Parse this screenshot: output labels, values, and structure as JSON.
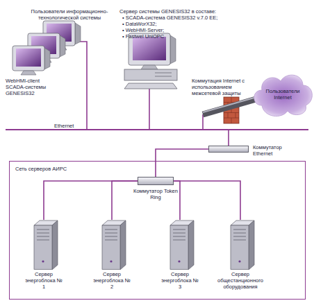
{
  "diagram": {
    "nodes": [
      {
        "text": [
          "Пользователи Internet"
        ]
      },
      {
        "text": [
          "Коммутатор Ethernet"
        ]
      },
      {
        "text": [
          "Сеть серверов АИРС"
        ]
      },
      {
        "text": [
          "Коммутатор Token Ring"
        ],
        "in": 2
      },
      {
        "text": [
          "Сервер энергоблока № 1"
        ],
        "in": 2
      },
      {
        "text": [
          "Сервер энергоблока № 2"
        ],
        "in": 2
      },
      {
        "text": [
          "Сервер энергоблока № 3"
        ],
        "in": 2
      },
      {
        "text": [
          "Сервер общестанционного оборудования"
        ],
        "in": 2
      }
    ],
    "edges": [
      {
        "from": 1,
        "to": 3,
        "arrow": "none"
      },
      {
        "from": 3,
        "to": 4,
        "arrow": "none"
      },
      {
        "from": 3,
        "to": 5,
        "arrow": "none"
      },
      {
        "from": 3,
        "to": 6,
        "arrow": "none"
      },
      {
        "from": 3,
        "to": 7,
        "arrow": "none"
      }
    ],
    "labels": [
      "Пользователи информационно-технологической системы",
      "Сервер системы GENESIS32 в составе:",
      "• SCADA-система GENESIS32 v.7.0 EE;",
      "• DataWorX32;",
      "• WebHMI-Server;",
      "• Fastwel UniOPC",
      "WebHMI-client SCADA-системы GENESIS32",
      "Коммутация Internet с использованием межсетевой защиты",
      "Ethernet"
    ]
  }
}
